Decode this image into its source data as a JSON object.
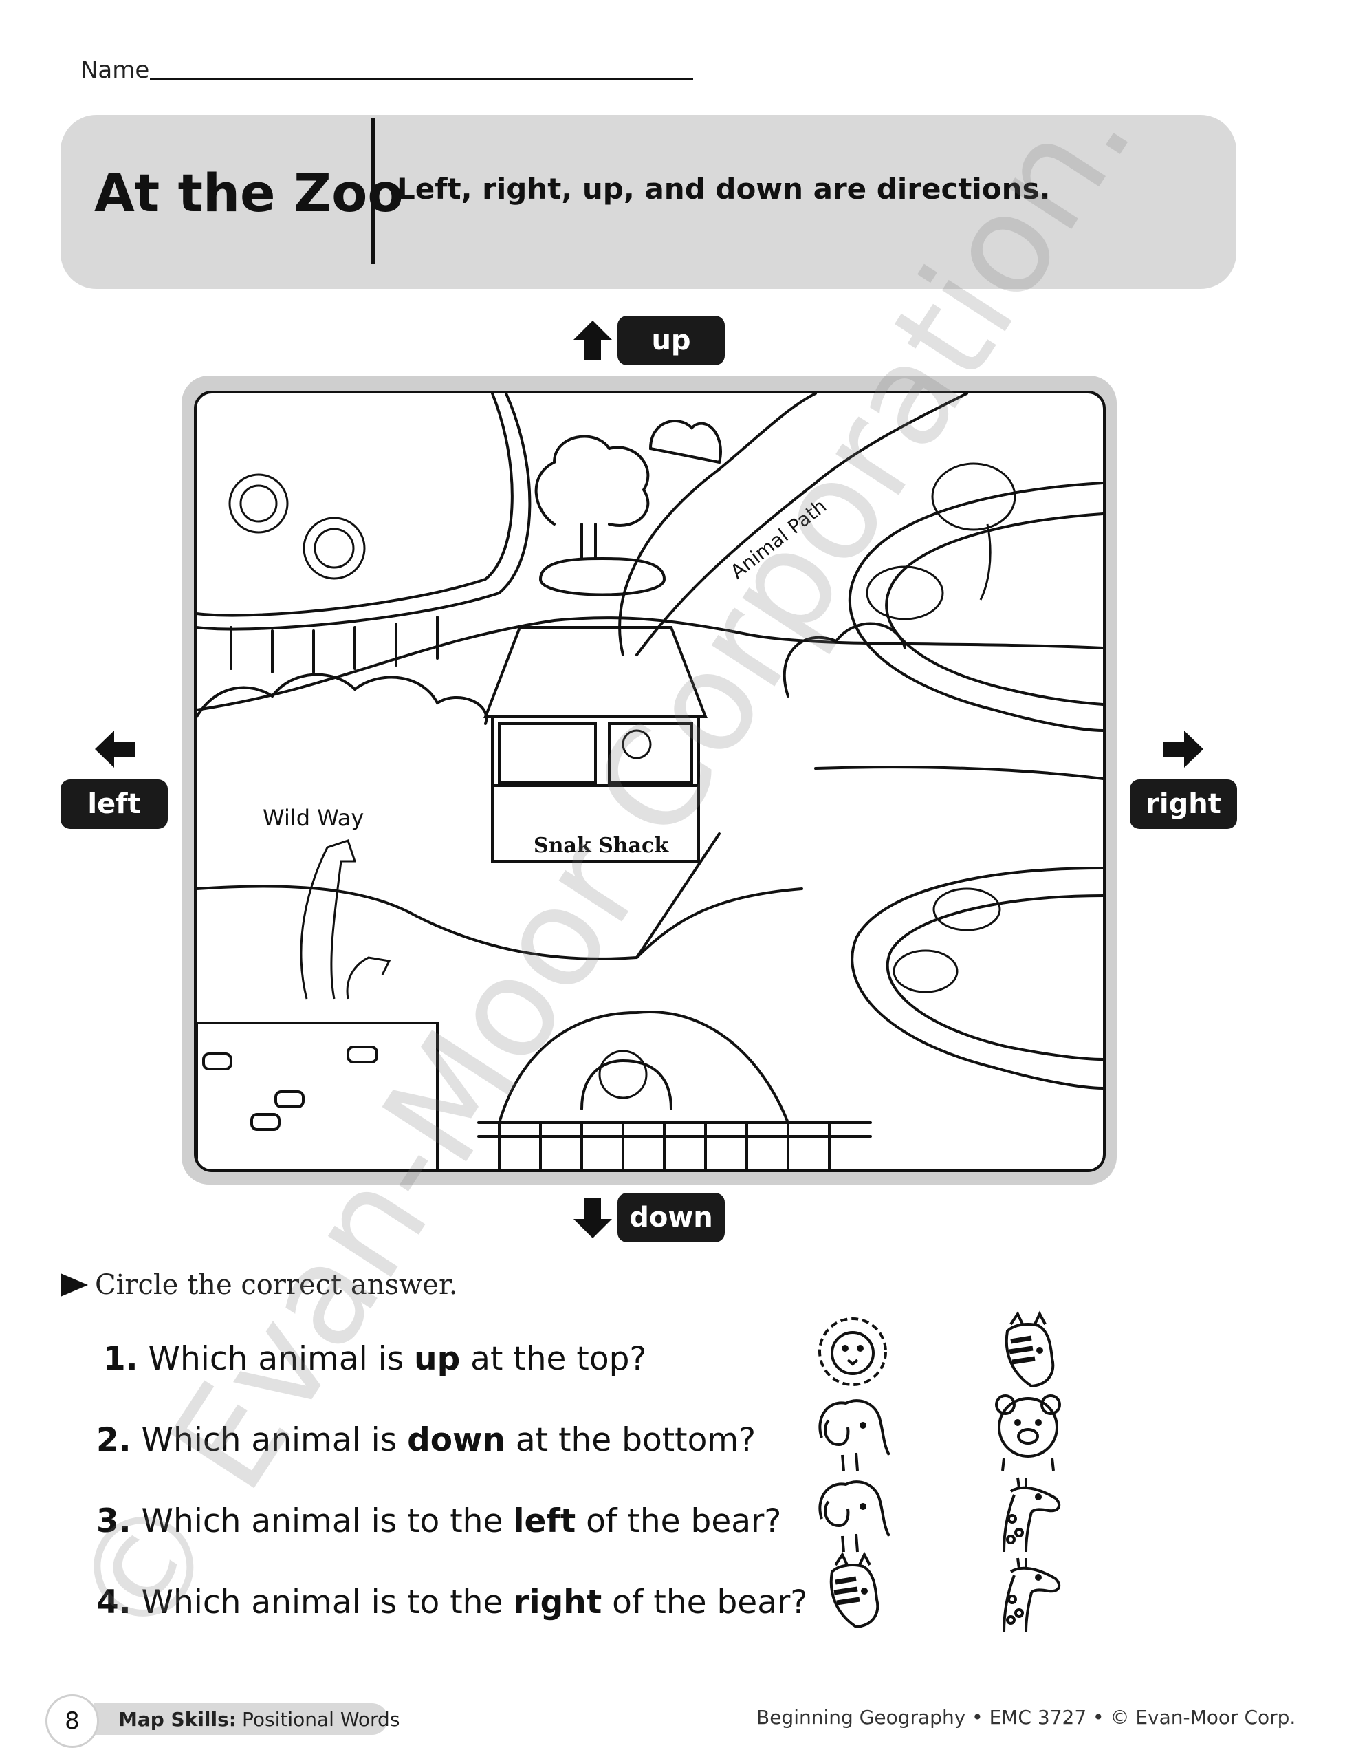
{
  "header": {
    "name_label": "Name",
    "title": "At the Zoo",
    "subtitle": "Left, right, up, and down are directions."
  },
  "directions": {
    "up": "up",
    "down": "down",
    "left": "left",
    "right": "right"
  },
  "map": {
    "labels": {
      "wild_way": "Wild Way",
      "animal_path": "Animal Path",
      "snack_shack": "Snak Shack"
    }
  },
  "instruction": "Circle the correct answer.",
  "questions": [
    {
      "number": "1.",
      "pre": "Which animal is ",
      "bold": "up",
      "post": " at the top?",
      "choices": [
        "lion",
        "zebra"
      ]
    },
    {
      "number": "2.",
      "pre": "Which animal is ",
      "bold": "down",
      "post": " at the bottom?",
      "choices": [
        "elephant",
        "bear"
      ]
    },
    {
      "number": "3.",
      "pre": "Which animal is to the ",
      "bold": "left",
      "post": " of the bear?",
      "choices": [
        "elephant",
        "giraffe"
      ]
    },
    {
      "number": "4.",
      "pre": "Which animal is to the ",
      "bold": "right",
      "post": " of the bear?",
      "choices": [
        "zebra",
        "giraffe"
      ]
    }
  ],
  "footer": {
    "page_number": "8",
    "section_bold": "Map Skills:",
    "section_rest": "Positional Words",
    "credit": "Beginning Geography • EMC 3727 • © Evan-Moor Corp."
  },
  "watermark": "© Evan-Moor Corporation."
}
